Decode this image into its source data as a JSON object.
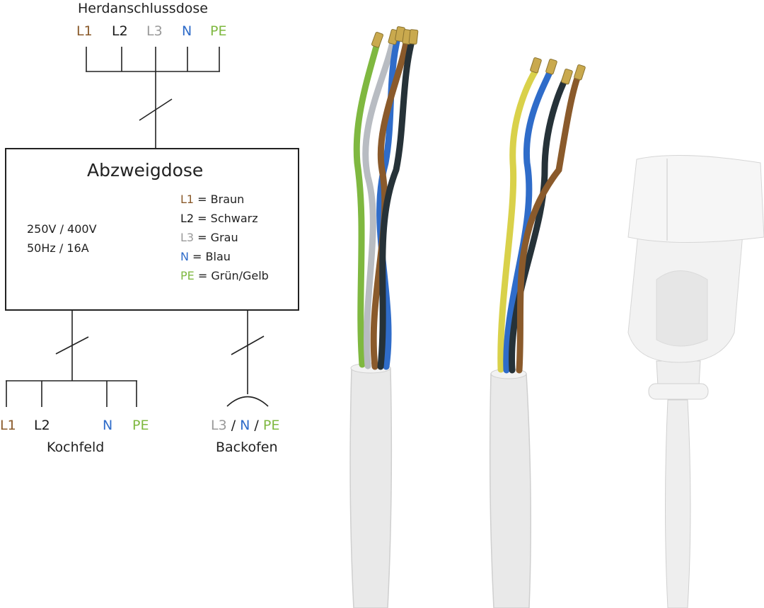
{
  "colors": {
    "brown": "#8a5a2b",
    "black": "#1a1a1a",
    "grey": "#9a9a9a",
    "blue": "#2f6cc9",
    "green_yellow": "#7fb840",
    "line": "#222222"
  },
  "supply": {
    "title": "Herdanschlussdose",
    "terminals": [
      "L1",
      "L2",
      "L3",
      "N",
      "PE"
    ]
  },
  "junction_box": {
    "title": "Abzweigdose",
    "specs": [
      "250V / 400V",
      "50Hz / 16A"
    ],
    "legend": [
      {
        "code": "L1",
        "sep": " = ",
        "name": "Braun"
      },
      {
        "code": "L2",
        "sep": " = ",
        "name": "Schwarz"
      },
      {
        "code": "L3",
        "sep": " = ",
        "name": "Grau"
      },
      {
        "code": "N",
        "sep": " = ",
        "name": "Blau"
      },
      {
        "code": "PE",
        "sep": " = ",
        "name": "Grün/Gelb"
      }
    ]
  },
  "hob": {
    "name": "Kochfeld",
    "terminals": [
      "L1",
      "L2",
      "N",
      "PE"
    ]
  },
  "oven": {
    "name": "Backofen",
    "terminals": [
      "L3",
      " / ",
      "N",
      " / ",
      "PE"
    ]
  }
}
